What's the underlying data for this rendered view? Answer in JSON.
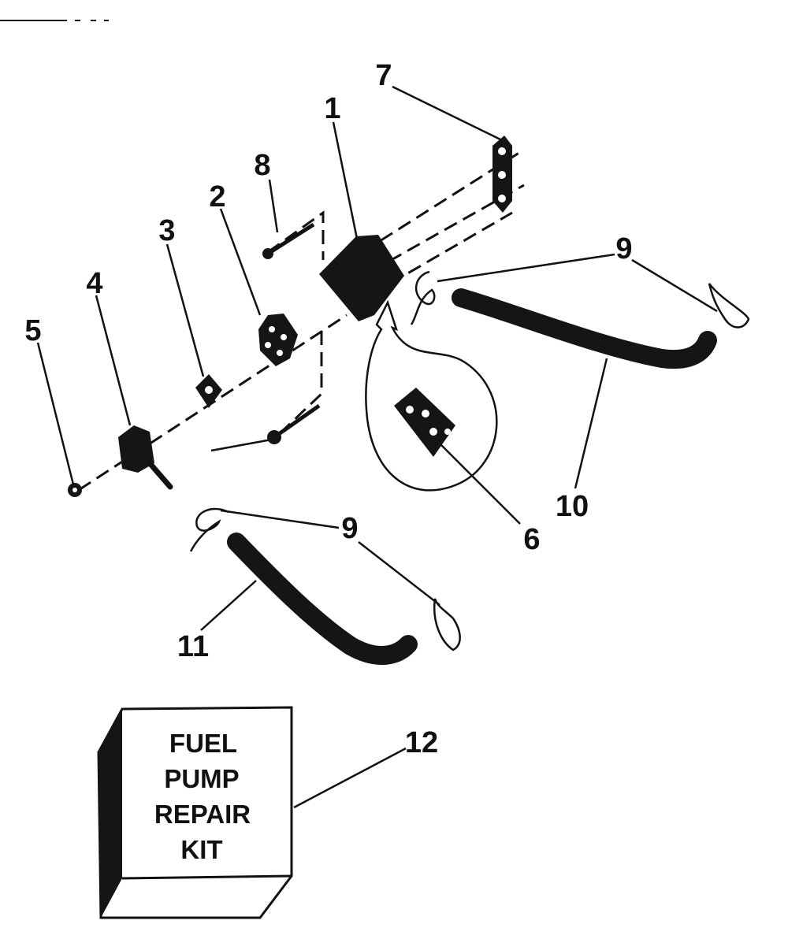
{
  "parts": [
    {
      "id": "part-1",
      "label": "1"
    },
    {
      "id": "part-2",
      "label": "2"
    },
    {
      "id": "part-3",
      "label": "3"
    },
    {
      "id": "part-4",
      "label": "4"
    },
    {
      "id": "part-5",
      "label": "5"
    },
    {
      "id": "part-6",
      "label": "6"
    },
    {
      "id": "part-7",
      "label": "7"
    },
    {
      "id": "part-8",
      "label": "8"
    },
    {
      "id": "part-9",
      "label": "9"
    },
    {
      "id": "part-10",
      "label": "10"
    },
    {
      "id": "part-11",
      "label": "11"
    },
    {
      "id": "part-12",
      "label": "12"
    }
  ],
  "kit_box": {
    "line1": "FUEL",
    "line2": "PUMP",
    "line3": "REPAIR",
    "line4": "KIT"
  },
  "colors": {
    "ink": "#111111",
    "paper": "#ffffff"
  }
}
